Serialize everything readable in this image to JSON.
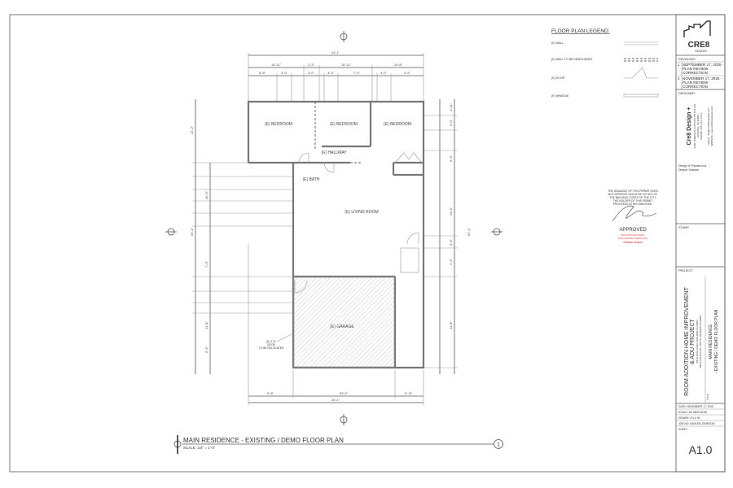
{
  "sheet": {
    "legend": {
      "title": "FLOOR PLAN LEGEND:",
      "items": [
        "(E) WALL",
        "(E) WALL TO BE DEMOLISHED",
        "(E) DOOR",
        "(E) WINDOW"
      ]
    },
    "plan": {
      "rooms": [
        "(E) BEDROOM",
        "(E) BEDROOM",
        "(E) BEDROOM",
        "(E) HALLWAY",
        "(E) BATH",
        "(E) LIVING ROOM",
        "(E) GARAGE"
      ],
      "dims_top_overall": "24'-1\"",
      "dims_top_row2": [
        "10'-11\"",
        "2'-3\"",
        "10'-11\"",
        "10'-8\""
      ],
      "dims_top_row3": [
        "5'-8\"",
        "3'-0\"",
        "3'-0\"",
        "3'-0\"",
        "7'-4\"",
        "3'-0\"",
        "4'-5\""
      ],
      "dims_bottom": [
        "9'-8\"",
        "20'-0\"",
        "5'-11\""
      ],
      "dims_bottom_overall": "24'-1\"",
      "dims_right": [
        "4'-11\"",
        "5'-0\"",
        "6'-3\"",
        "14'-6\"",
        "2'-4\"",
        "5'-0\"",
        "11'-8\""
      ],
      "dims_left": [
        "12'-2\"",
        "16'-9\"",
        "7'-0\"",
        "11'-8\"",
        "6'-9\""
      ],
      "dims_side_overall": "52'-1\"",
      "door_note": [
        "(E) 2'-6\"",
        "DOOR",
        "TO BE RELOCATED"
      ]
    },
    "drawing_title": "MAIN RESIDENCE - EXISTING / DEMO FLOOR PLAN",
    "drawing_scale": "SCALE:   1/4\" = 1'-0\"",
    "drawing_number": "1",
    "approval_stamp": {
      "text": [
        "THE ISSUANCE OF THIS PERMIT DOES",
        "NOT APPROVE VIOLATION OF ANY OF",
        "THE BUILDING CODES OF THE CITY.",
        "THE HOLDER OF THIS PERMIT",
        "PROCEEDS AT HIS OWN RISK."
      ],
      "status": "APPROVED",
      "red_lines": [
        "BUILDING DIVISION",
        "PLAN REVIEW SERVICES"
      ],
      "reviewer": "Shawn Dalpe"
    }
  },
  "title_block": {
    "logo_text": "CRE8",
    "logo_sub": "DESIGN+",
    "revisions_label": "REVISIONS",
    "revisions": [
      {
        "num": "1",
        "text": "SEPTEMBER 17, 2025 - PLAN REVIEW CORRECTION"
      },
      {
        "num": "2",
        "text": "NOVEMBER 17, 2025 - PLAN REVIEW CORRECTION"
      }
    ],
    "designer_label": "DESIGNER:",
    "designer_name": "Cre8 Design +",
    "designer_address": [
      "4160 TEMESCAL CANYON RD STE 401",
      "CORONA, CA 92883",
      "PHONE: 951-XXX-XXXX"
    ],
    "designer_contact": [
      "EMAIL: info@cre8designplus.com",
      "WEBSITE: www.cre8designplus.com"
    ],
    "prepared_by_label": "Design & Prepared by",
    "prepared_by": "Deepar Graham",
    "stamp_label": "STAMP",
    "project_label": "PROJECT:",
    "project_name": [
      "ROOM ADDITION HOME IMPROVEMENT",
      "& ADU PROJECT"
    ],
    "project_address": [
      "209 N DAHLIA RD, ANAHEIM CA 92801",
      "209 N DAHLIA RD, UNIT B, ANAHEIM CA 92801"
    ],
    "title_label": "TITLE",
    "sheet_title": [
      "MAIN RESIDENCE",
      "- EXISTING / DEMO FLOOR PLAN"
    ],
    "date": "DATE: NOVEMBER 17, 2025",
    "scale": "SCALE: AS INDICATED",
    "drawn": "DRAWN: CG & W",
    "job_no": "JOB NO: KAHLEN JOHNSON",
    "sheet_label": "SHEET:",
    "sheet_number": "A1.0"
  }
}
